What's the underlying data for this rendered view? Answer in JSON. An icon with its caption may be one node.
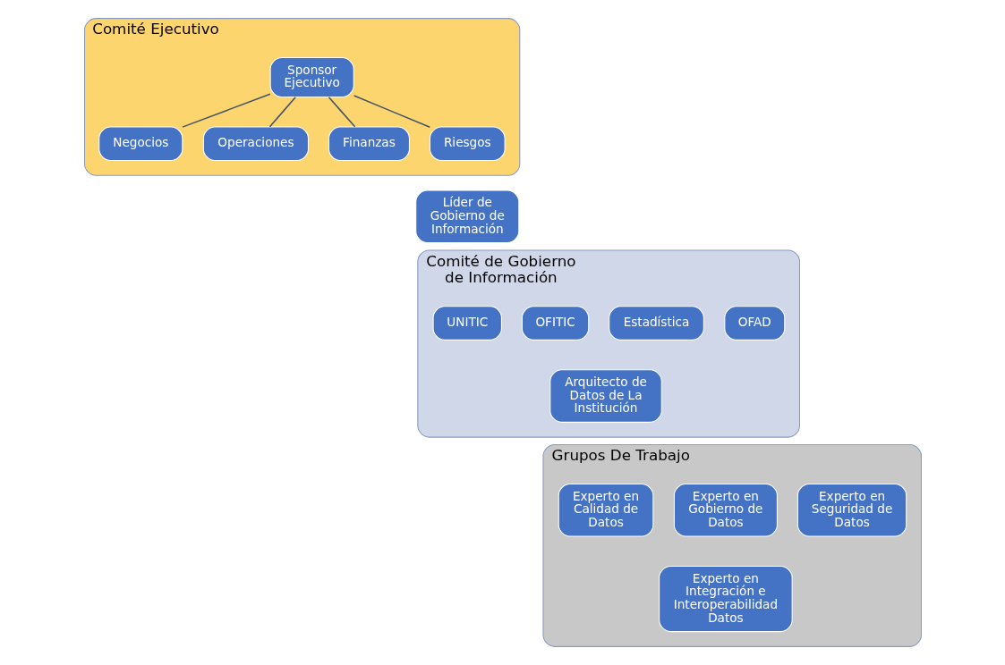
{
  "diagram": {
    "nodes": [
      {
        "text": [
          "Comité Ejecutivo"
        ]
      },
      {
        "text": [
          "Sponsor Ejecutivo"
        ],
        "in": 0
      },
      {
        "text": [
          "Negocios"
        ],
        "in": 0
      },
      {
        "text": [
          "Operaciones"
        ],
        "in": 0
      },
      {
        "text": [
          "Finanzas"
        ],
        "in": 0
      },
      {
        "text": [
          "Riesgos"
        ],
        "in": 0
      },
      {
        "text": [
          "Líder de Gobierno de Información"
        ]
      },
      {
        "text": [
          "Comité de Gobierno de Información"
        ]
      },
      {
        "text": [
          "UNITIC"
        ],
        "in": 7
      },
      {
        "text": [
          "OFITIC"
        ],
        "in": 7
      },
      {
        "text": [
          "Estadística"
        ],
        "in": 7
      },
      {
        "text": [
          "OFAD"
        ],
        "in": 7
      },
      {
        "text": [
          "Arquitecto de Datos de La Institución"
        ],
        "in": 7
      },
      {
        "text": [
          "Grupos De Trabajo"
        ]
      },
      {
        "text": [
          "Experto en Calidad de Datos"
        ],
        "in": 13
      },
      {
        "text": [
          "Experto en Gobierno de Datos"
        ],
        "in": 13
      },
      {
        "text": [
          "Experto en Seguridad de Datos"
        ],
        "in": 13
      },
      {
        "text": [
          "Experto en Integración e Interoperabilidad Datos"
        ],
        "in": 13
      }
    ],
    "edges": [
      {
        "from": 1,
        "to": 2,
        "arrow": "none"
      },
      {
        "from": 1,
        "to": 3,
        "arrow": "none"
      },
      {
        "from": 1,
        "to": 4,
        "arrow": "none"
      },
      {
        "from": 1,
        "to": 5,
        "arrow": "none"
      }
    ]
  }
}
